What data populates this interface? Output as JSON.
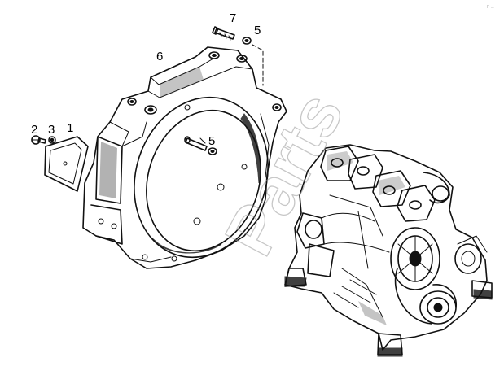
{
  "diagram": {
    "callouts": {
      "part_1": "1",
      "part_2": "2",
      "part_3": "3",
      "part_5_top": "5",
      "part_5_mid": "5",
      "part_6": "6",
      "part_7": "7"
    },
    "watermark": "Parts",
    "corner_mark": "P ..."
  }
}
